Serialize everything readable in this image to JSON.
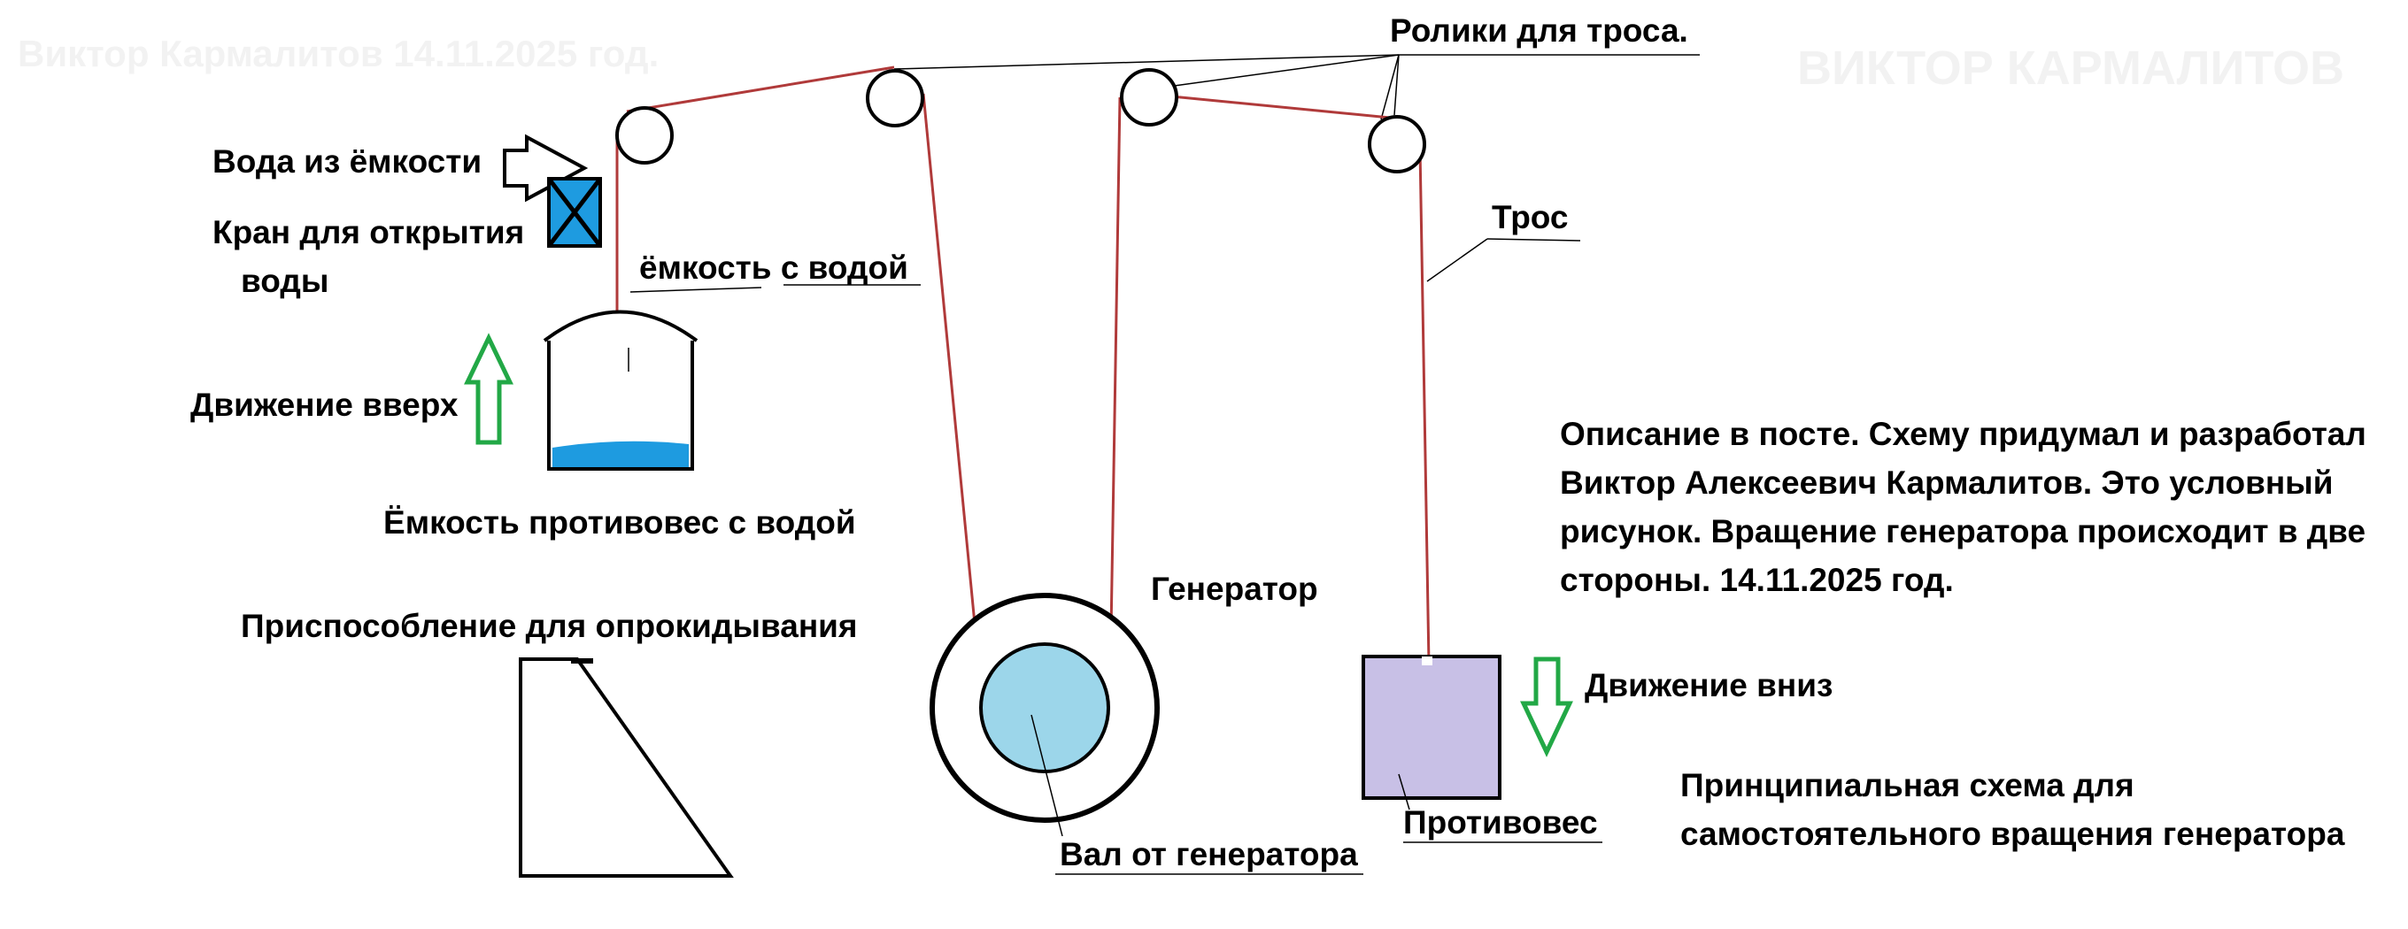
{
  "watermarks": {
    "left": "Виктор Кармалитов 14.11.2025 год.",
    "right": "ВИКТОР КАРМАЛИТОВ"
  },
  "labels": {
    "pulleys": "Ролики для троса.",
    "water_from_tank": "Вода из ёмкости",
    "valve_line1": "Кран для открытия",
    "valve_line2": "воды",
    "tank_with_water": "ёмкость с водой",
    "movement_up": "Движение вверх",
    "counterweight_tank": "Ёмкость противовес с водой",
    "tipping_device": "Приспособление для опрокидывания",
    "generator": "Генератор",
    "generator_shaft": "Вал от генератора",
    "cable": "Трос",
    "movement_down": "Движение вниз",
    "counterweight": "Противовес"
  },
  "description": [
    "Описание в посте. Схему придумал и разработал",
    "Виктор Алексеевич Кармалитов. Это условный",
    "рисунок. Вращение генератора происходит в две",
    "стороны. 14.11.2025 год."
  ],
  "caption": [
    "Принципиальная схема для",
    "самостоятельного вращения генератора"
  ],
  "colors": {
    "cable": "#b03a3a",
    "water": "#1e9be0",
    "shaft": "#9cd6ea",
    "counterweight": "#c8c0e6",
    "arrow_up": "#22a846",
    "arrow_down": "#22a846",
    "outline": "#000000"
  }
}
